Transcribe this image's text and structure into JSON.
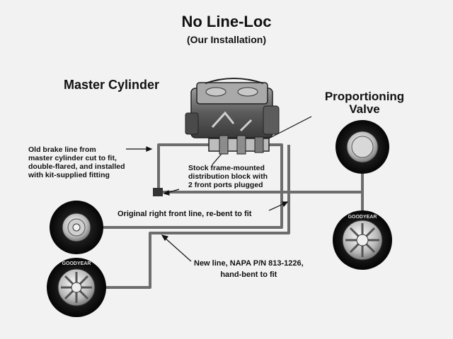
{
  "title": "No Line-Loc",
  "subtitle": "(Our Installation)",
  "labels": {
    "master_cylinder": "Master Cylinder",
    "proportioning_valve": [
      "Proportioning",
      "Valve"
    ],
    "old_brake_line": [
      "Old brake line from",
      "master cylinder cut to fit,",
      "double-flared, and installed",
      "with  kit-supplied fitting"
    ],
    "distribution_block": [
      "Stock frame-mounted",
      "distribution block with",
      "2 front ports plugged"
    ],
    "right_front_line": "Original right front line, re-bent to fit",
    "new_line": [
      "New line, NAPA P/N 813-1226,",
      "hand-bent to fit"
    ]
  },
  "tire_brand": "GOODYEAR",
  "colors": {
    "background": "#f2f2f2",
    "brake_line": "#6d6d6d",
    "text": "#111111"
  },
  "icons": [
    "master-cylinder-icon",
    "proportioning-valve-icon",
    "distribution-block-icon",
    "wheel-icon"
  ]
}
